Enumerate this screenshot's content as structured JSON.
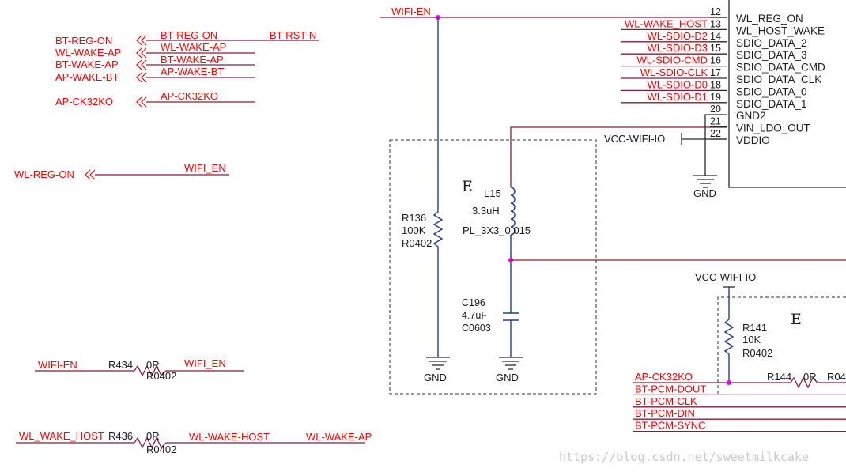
{
  "watermark": "https://blog.csdn.net/sweetmilkcake",
  "offpage_ports": [
    {
      "label": "BT-REG-ON"
    },
    {
      "label": "WL-WAKE-AP"
    },
    {
      "label": "BT-WAKE-AP"
    },
    {
      "label": "AP-WAKE-BT"
    },
    {
      "label": "AP-CK32KO"
    },
    {
      "label": "WL-REG-ON"
    }
  ],
  "nets": {
    "bt_reg_on": "BT-REG-ON",
    "bt_rst_n": "BT-RST-N",
    "wl_wake_ap": "WL-WAKE-AP",
    "bt_wake_ap": "BT-WAKE-AP",
    "ap_wake_bt": "AP-WAKE-BT",
    "ap_ck32ko": "AP-CK32KO",
    "wifi_en_us": "WIFI_EN",
    "wifi_en": "WIFI-EN",
    "wl_wake_host_us": "WL_WAKE_HOST",
    "wl_wake_host": "WL-WAKE-HOST",
    "wl_wake_ap_out": "WL-WAKE-AP"
  },
  "connector": {
    "pins": [
      {
        "num": "12",
        "net": "",
        "name": "WL_REG_ON"
      },
      {
        "num": "13",
        "net": "WL-WAKE_HOST",
        "name": "WL_HOST_WAKE"
      },
      {
        "num": "14",
        "net": "WL-SDIO-D2",
        "name": "SDIO_DATA_2"
      },
      {
        "num": "15",
        "net": "WL-SDIO-D3",
        "name": "SDIO_DATA_3"
      },
      {
        "num": "16",
        "net": "WL-SDIO-CMD",
        "name": "SDIO_DATA_CMD"
      },
      {
        "num": "17",
        "net": "WL-SDIO-CLK",
        "name": "SDIO_DATA_CLK"
      },
      {
        "num": "18",
        "net": "WL-SDIO-D0",
        "name": "SDIO_DATA_0"
      },
      {
        "num": "19",
        "net": "WL-SDIO-D1",
        "name": "SDIO_DATA_1"
      },
      {
        "num": "20",
        "net": "",
        "name": "GND2"
      },
      {
        "num": "21",
        "net": "",
        "name": "VIN_LDO_OUT"
      },
      {
        "num": "22",
        "net": "",
        "name": "VDDIO"
      }
    ]
  },
  "power": {
    "vcc_wifi_io": "VCC-WIFI-IO",
    "gnd": "GND"
  },
  "components": {
    "r136": {
      "ref": "R136",
      "value": "100K",
      "footprint": "R0402"
    },
    "l15": {
      "ref": "L15",
      "value": "3.3uH",
      "footprint": "PL_3X3_0.015"
    },
    "c196": {
      "ref": "C196",
      "value": "4.7uF",
      "footprint": "C0603"
    },
    "r141": {
      "ref": "R141",
      "value": "10K",
      "footprint": "R0402"
    },
    "r144": {
      "ref": "R144",
      "value": "0R",
      "footprint": "R04"
    },
    "r434": {
      "ref": "R434",
      "value": "0R",
      "footprint": "R0402"
    },
    "r436": {
      "ref": "R436",
      "value": "0R",
      "footprint": "R0402"
    }
  },
  "block_marks": {
    "left": "E",
    "right": "E"
  },
  "bt_pcm_nets": [
    "AP-CK32KO",
    "BT-PCM-DOUT",
    "BT-PCM-CLK",
    "BT-PCM-DIN",
    "BT-PCM-SYNC"
  ]
}
